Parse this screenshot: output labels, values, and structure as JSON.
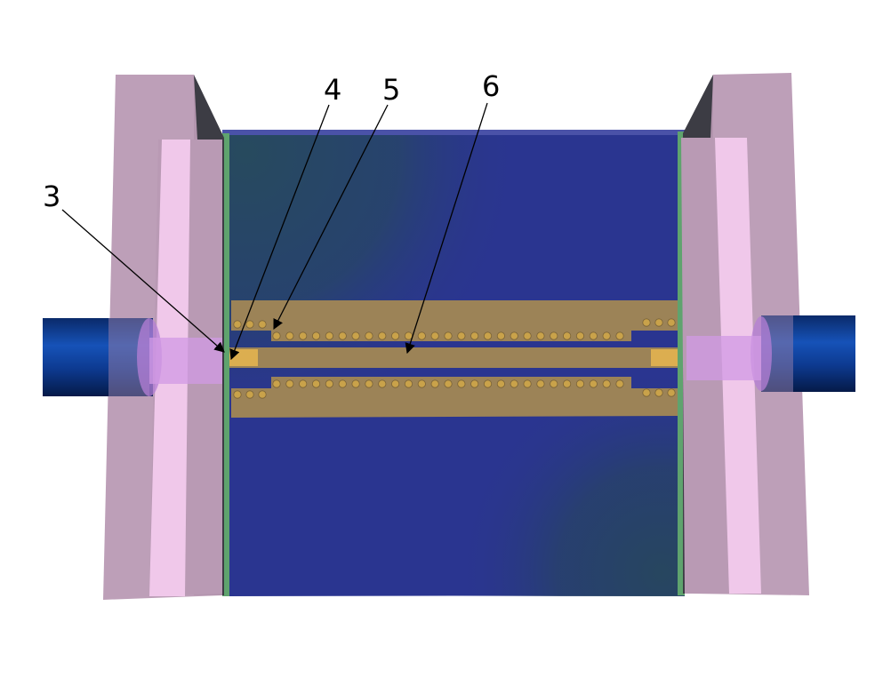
{
  "callouts": [
    {
      "id": "3",
      "label": "3"
    },
    {
      "id": "4",
      "label": "4"
    },
    {
      "id": "5",
      "label": "5"
    },
    {
      "id": "6",
      "label": "6"
    }
  ],
  "colors": {
    "substrate": "#2a3590",
    "substrate_shade": "#27416a",
    "trace": "#9c8357",
    "via": "#c9a24a",
    "pin": "#dcae50",
    "bracket": "#b99ab4",
    "bracket_inner": "#f0c8ea",
    "bracket_dark": "#4a4a52",
    "connector": "#0b3a8c",
    "edge_green": "#5fa36e"
  },
  "vias": {
    "upper_row_count": 27,
    "lower_row_count": 27,
    "cluster_count": 3
  }
}
